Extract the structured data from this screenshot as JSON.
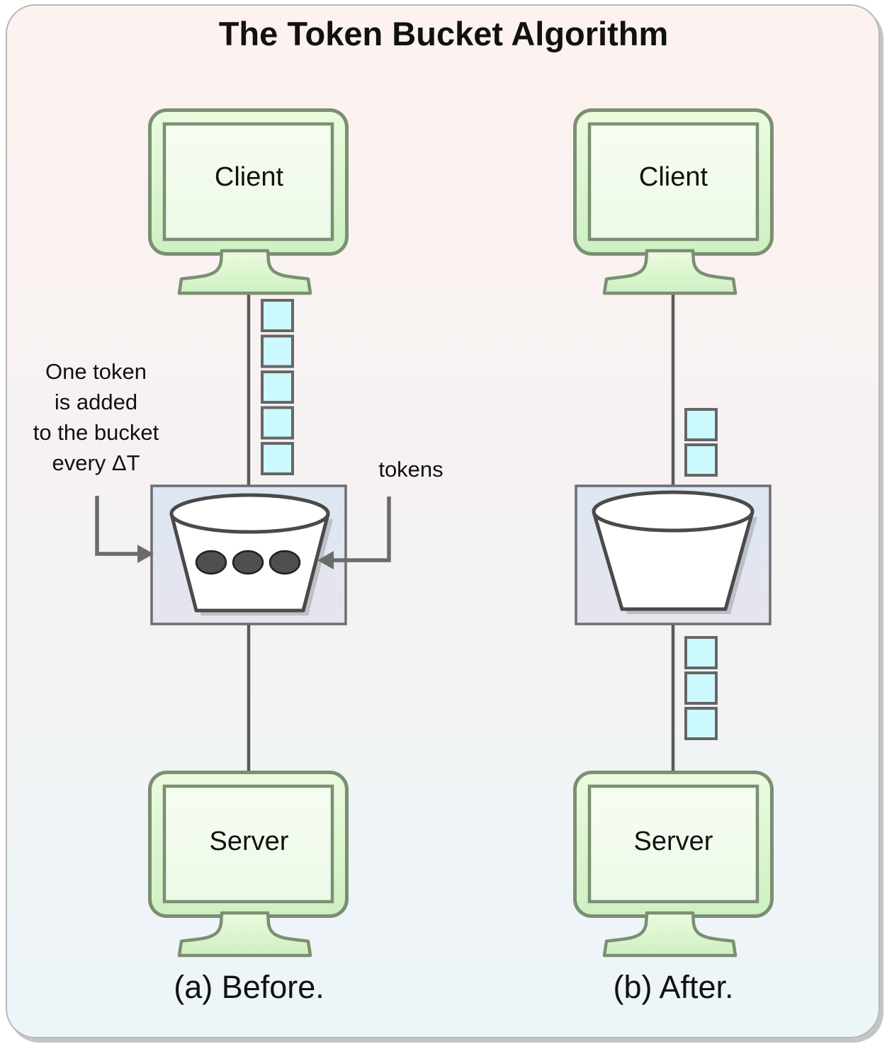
{
  "title": "The Token Bucket Algorithm",
  "annotations": {
    "token_add_note": "One token\nis added\nto the bucket\nevery ΔT",
    "tokens_label": "tokens"
  },
  "panels": [
    {
      "caption": "(a) Before.",
      "client_label": "Client",
      "server_label": "Server",
      "packets_waiting": 5,
      "packets_delivered": 0,
      "tokens_in_bucket": 3
    },
    {
      "caption": "(b) After.",
      "client_label": "Client",
      "server_label": "Server",
      "packets_waiting": 2,
      "packets_delivered": 3,
      "tokens_in_bucket": 0
    }
  ],
  "colors": {
    "card_bg_top": "#fdf2f0",
    "card_bg_bottom": "#ecf5f8",
    "monitor_fill_top": "#ecfbdf",
    "monitor_fill_bottom": "#cdf0c2",
    "monitor_stroke": "#7b8f72",
    "packet_fill": "#ccf9fd",
    "packet_stroke": "#666666",
    "box_fill_top": "#dce7f3",
    "box_fill_bottom": "#e7e4ed",
    "box_stroke": "#6d6d72",
    "bucket_stroke": "#4a4a4a",
    "token_fill": "#4f4f4f",
    "line": "#5a5a5a",
    "arrow": "#6b6b6b"
  }
}
